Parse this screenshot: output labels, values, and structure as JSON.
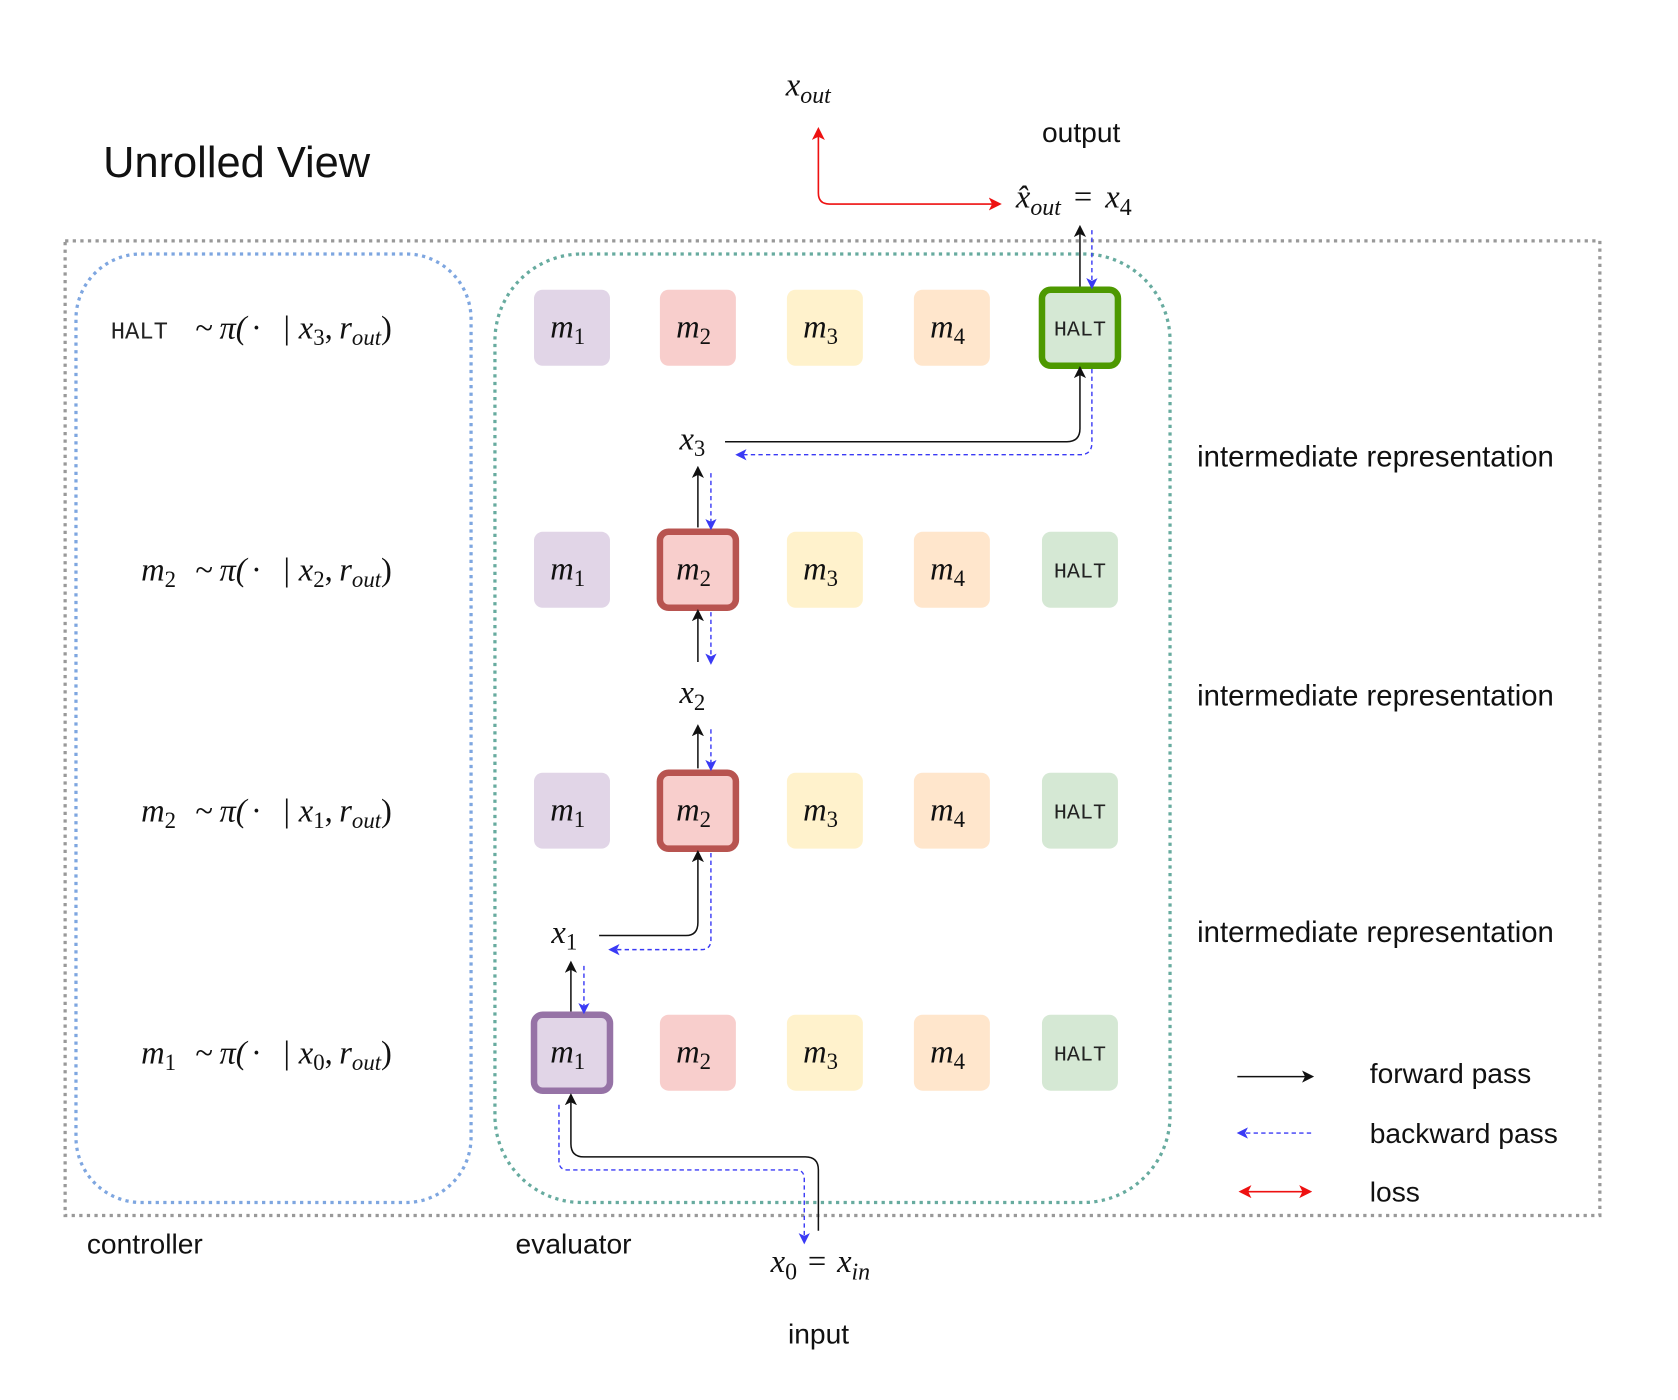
{
  "title": "Unrolled View",
  "labels": {
    "controller": "controller",
    "evaluator": "evaluator",
    "input": "input",
    "output": "output",
    "intermediate": "intermediate representation"
  },
  "colors": {
    "m1_fill": "#e1d5e7",
    "m1_border": "#9673a6",
    "m2_fill": "#f8cecc",
    "m2_border": "#b85450",
    "m3_fill": "#fff2cc",
    "m4_fill": "#ffe6cc",
    "halt_fill": "#d5e8d4",
    "halt_border": "#4d9900",
    "controller_border": "#7ea6e0",
    "evaluator_border": "#67ab9f",
    "outer_border": "#999999",
    "forward": "#111111",
    "backward": "#3a3af5",
    "loss": "#ee1111"
  },
  "modules": [
    {
      "id": "m1",
      "base": "m",
      "sub": "1",
      "fill_key": "m1_fill"
    },
    {
      "id": "m2",
      "base": "m",
      "sub": "2",
      "fill_key": "m2_fill"
    },
    {
      "id": "m3",
      "base": "m",
      "sub": "3",
      "fill_key": "m3_fill"
    },
    {
      "id": "m4",
      "base": "m",
      "sub": "4",
      "fill_key": "m4_fill"
    },
    {
      "id": "halt",
      "text": "HALT",
      "fill_key": "halt_fill"
    }
  ],
  "steps": [
    {
      "policy": {
        "choice_mono": "HALT",
        "given_sub": "3"
      },
      "selected": "halt"
    },
    {
      "policy": {
        "choice_base": "m",
        "choice_sub": "2",
        "given_sub": "2"
      },
      "selected": "m2"
    },
    {
      "policy": {
        "choice_base": "m",
        "choice_sub": "2",
        "given_sub": "1"
      },
      "selected": "m2"
    },
    {
      "policy": {
        "choice_base": "m",
        "choice_sub": "1",
        "given_sub": "0"
      },
      "selected": "m1"
    }
  ],
  "policy_tokens": {
    "tilde": "~",
    "pi": "π(",
    "dot": "·",
    "bar": "|",
    "x": "x",
    "comma": ",",
    "r": "r",
    "r_sub": "out",
    "close": ")"
  },
  "reps": [
    {
      "base": "x",
      "sub": "3"
    },
    {
      "base": "x",
      "sub": "2"
    },
    {
      "base": "x",
      "sub": "1"
    }
  ],
  "output_expr": {
    "lhs_base": "x̂",
    "lhs_sub": "out",
    "eq": "=",
    "rhs_base": "x",
    "rhs_sub": "4"
  },
  "target_expr": {
    "base": "x",
    "sub": "out"
  },
  "input_expr": {
    "lhs_base": "x",
    "lhs_sub": "0",
    "eq": "=",
    "rhs_base": "x",
    "rhs_sub": "in"
  },
  "legend": [
    {
      "label": "forward pass",
      "style": "forward"
    },
    {
      "label": "backward pass",
      "style": "backward"
    },
    {
      "label": "loss",
      "style": "loss"
    }
  ]
}
